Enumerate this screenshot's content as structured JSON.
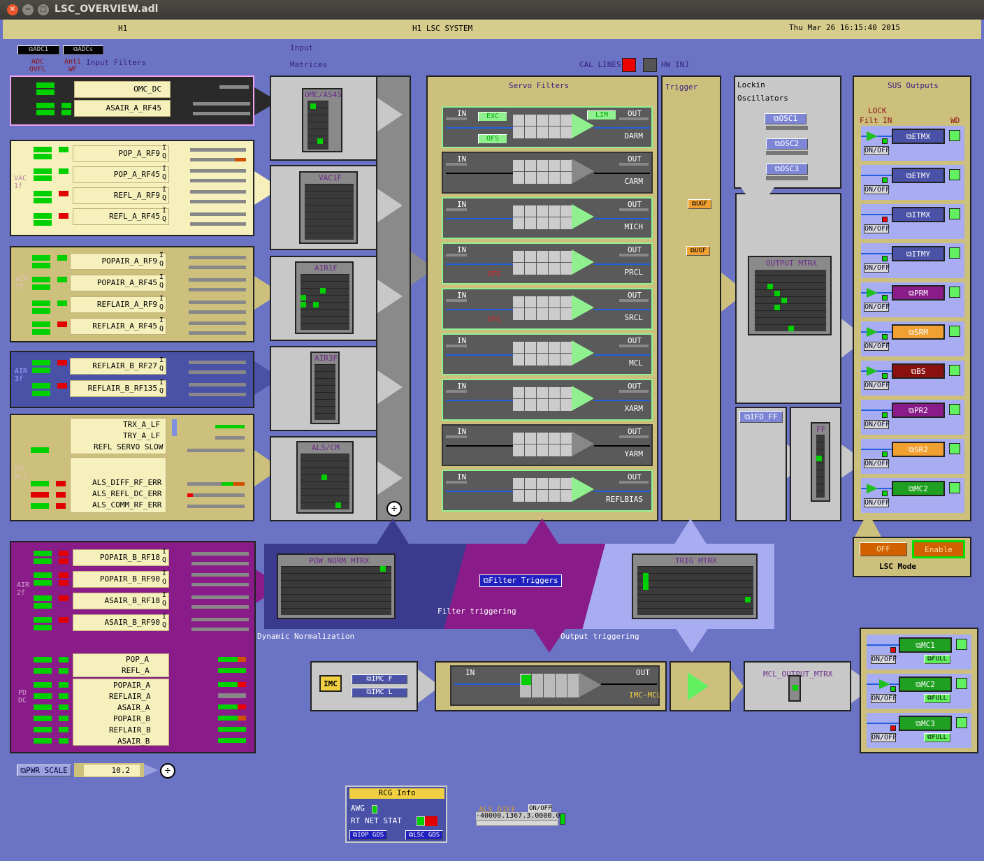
{
  "window": {
    "title": "LSC_OVERVIEW.adl"
  },
  "header": {
    "left": "H1",
    "center": "H1 LSC SYSTEM",
    "right": "Thu Mar 26 16:15:40 2015"
  },
  "top": {
    "adc1": "⧉ADC1",
    "adcs": "⧉ADCs",
    "adc_ovfl": "ADC OVFL",
    "anti_wf": "Anti WF",
    "input_filters": "Input Filters",
    "input": "Input",
    "matrices": "Matrices",
    "cal_lines": "CAL LINES",
    "hw_inj": "HW INJ"
  },
  "groups": {
    "omc": [
      "OMC_DC",
      "ASAIR_A_RF45"
    ],
    "vac": {
      "label": "VAC 1f",
      "chans": [
        "POP_A_RF9",
        "POP_A_RF45",
        "REFL_A_RF9",
        "REFL_A_RF45"
      ]
    },
    "air": {
      "label": "AIR 1f",
      "chans": [
        "POPAIR_A_RF9",
        "POPAIR_A_RF45",
        "REFLAIR_A_RF9",
        "REFLAIR_A_RF45"
      ]
    },
    "air3f": {
      "label": "AIR 3f",
      "chans": [
        "REFLAIR_B_RF27",
        "REFLAIR_B_RF135"
      ]
    },
    "cm": {
      "label": "CM ALS",
      "chans": [
        "TRX_A_LF",
        "TRY_A_LF",
        "REFL SERVO SLOW",
        "ALS_DIFF_RF_ERR",
        "ALS_REFL_DC_ERR",
        "ALS_COMM_RF_ERR"
      ]
    },
    "air2f": {
      "label": "AIR 2f",
      "chans": [
        "POPAIR_B_RF18",
        "POPAIR_B_RF90",
        "ASAIR_B_RF18",
        "ASAIR_B_RF90"
      ]
    },
    "pddc": {
      "label": "PD DC",
      "chans": [
        "POP_A",
        "REFL_A",
        "POPAIR_A",
        "REFLAIR_A",
        "ASAIR_A",
        "POPAIR_B",
        "REFLAIR_B",
        "ASAIR_B"
      ]
    },
    "iq": {
      "i": "I",
      "q": "Q"
    }
  },
  "matrices": [
    "OMC/AS45",
    "VAC1F",
    "AIR1F",
    "AIR3F",
    "ALS/CM"
  ],
  "servo": {
    "title": "Servo Filters",
    "in": "IN",
    "out": "OUT",
    "exc": "EXC",
    "lim": "LIM",
    "ofs": "OFS",
    "dofs": [
      "DARM",
      "CARM",
      "MICH",
      "PRCL",
      "SRCL",
      "MCL",
      "XARM",
      "YARM",
      "REFLBIAS"
    ]
  },
  "trigger": {
    "title": "Trigger",
    "ugf": "⧉UGF"
  },
  "lockin": {
    "title": "Lockin Oscillators",
    "osc": [
      "⧉OSC1",
      "⧉OSC2",
      "⧉OSC3"
    ],
    "output_mtrx": "OUTPUT MTRX",
    "ifo_ff": "⧉IFO_FF",
    "ff": "FF"
  },
  "sus": {
    "title": "SUS Outputs",
    "lock": "LOCK",
    "filt_in": "Filt IN",
    "wd": "WD",
    "onoff": "ON/OFF",
    "items": [
      "⧉ETMX",
      "⧉ETMY",
      "⧉ITMX",
      "⧉ITMY",
      "⧉PRM",
      "⧉SRM",
      "⧉BS",
      "⧉PR2",
      "⧉SR2",
      "⧉MC2"
    ]
  },
  "lscmode": {
    "off": "OFF",
    "enable": "Enable",
    "label": "LSC Mode"
  },
  "bottom": {
    "pow_norm": "POW NORM MTRX",
    "dyn_norm": "Dynamic Normalization",
    "filter_triggers": "⧉Filter Triggers",
    "filter_triggering": "Filter triggering",
    "trig_mtrx": "TRIG MTRX",
    "output_triggering": "Output triggering"
  },
  "imc": {
    "label": "IMC",
    "f": "⧉IMC F",
    "l": "⧉IMC L",
    "dof": "IMC-MCL",
    "mcl_mtrx": "MCL_OUTPUT_MTRX",
    "mc": [
      "⧉MC1",
      "⧉MC2",
      "⧉MC3"
    ],
    "full": "⧉FULL"
  },
  "pwr": {
    "label": "⧉PWR SCALE",
    "value": "10.2"
  },
  "rcg": {
    "title": "RCG Info",
    "awg": "AWG",
    "rtnet": "RT NET STAT",
    "iop": "⧉IOP GDS",
    "lsc": "⧉LSC GDS"
  },
  "als": {
    "label": "ALS_DIFF",
    "onoff": "ON/OFF",
    "values": "-40000.1367.3.0000.0"
  }
}
